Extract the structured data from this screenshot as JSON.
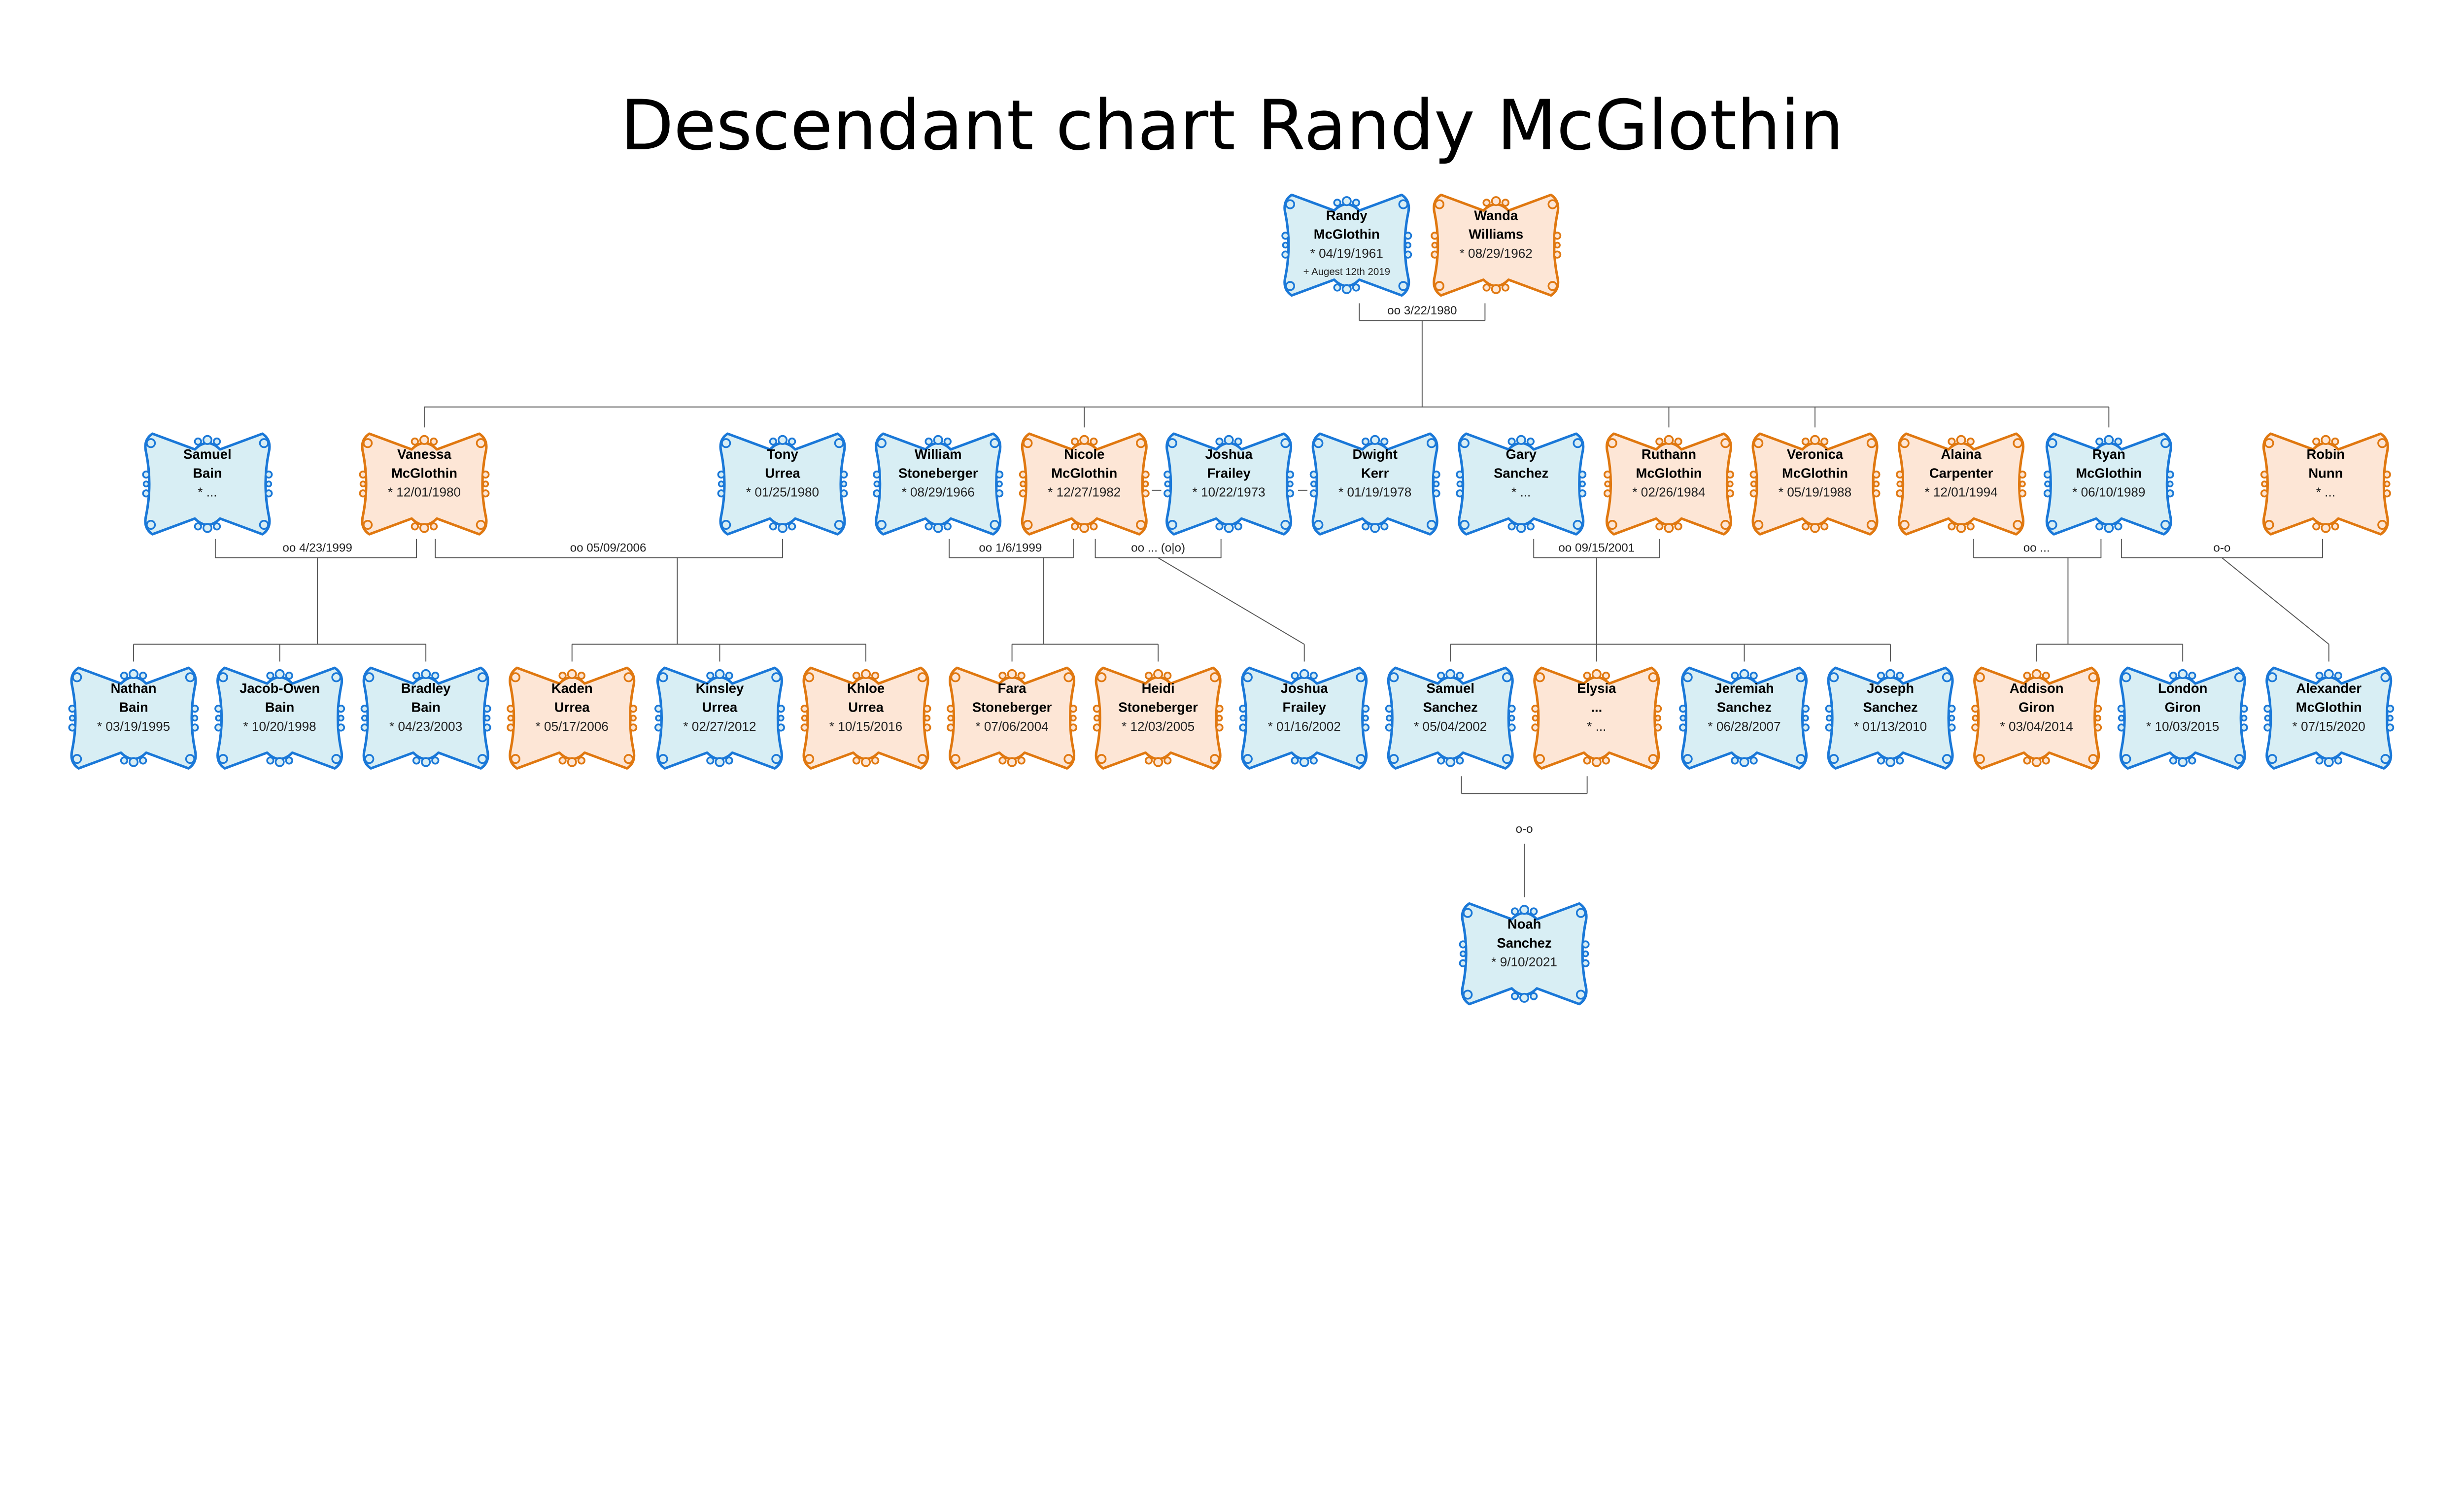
{
  "title": "Descendant chart Randy McGlothin",
  "colors": {
    "male_stroke": "#1a78d8",
    "male_fill": "#d8eef4",
    "female_stroke": "#e07810",
    "female_fill": "#fde6d6",
    "line": "#555555"
  },
  "persons": [
    {
      "id": "randy",
      "first": "Randy",
      "last": "McGlothin",
      "birth": "* 04/19/1961",
      "death": "+ Augest 12th 2019",
      "sex": "m"
    },
    {
      "id": "wanda",
      "first": "Wanda",
      "last": "Williams",
      "birth": "* 08/29/1962",
      "sex": "f"
    },
    {
      "id": "samuel_bain",
      "first": "Samuel",
      "last": "Bain",
      "birth": "* ...",
      "sex": "m"
    },
    {
      "id": "vanessa",
      "first": "Vanessa",
      "last": "McGlothin",
      "birth": "* 12/01/1980",
      "sex": "f"
    },
    {
      "id": "tony",
      "first": "Tony",
      "last": "Urrea",
      "birth": "* 01/25/1980",
      "sex": "m"
    },
    {
      "id": "william",
      "first": "William",
      "last": "Stoneberger",
      "birth": "* 08/29/1966",
      "sex": "m"
    },
    {
      "id": "nicole",
      "first": "Nicole",
      "last": "McGlothin",
      "birth": "* 12/27/1982",
      "sex": "f"
    },
    {
      "id": "joshua_sr",
      "first": "Joshua",
      "last": "Frailey",
      "birth": "* 10/22/1973",
      "sex": "m"
    },
    {
      "id": "dwight",
      "first": "Dwight",
      "last": "Kerr",
      "birth": "* 01/19/1978",
      "sex": "m"
    },
    {
      "id": "gary",
      "first": "Gary",
      "last": "Sanchez",
      "birth": "* ...",
      "sex": "m"
    },
    {
      "id": "ruthann",
      "first": "Ruthann",
      "last": "McGlothin",
      "birth": "* 02/26/1984",
      "sex": "f"
    },
    {
      "id": "veronica",
      "first": "Veronica",
      "last": "McGlothin",
      "birth": "* 05/19/1988",
      "sex": "f"
    },
    {
      "id": "alaina",
      "first": "Alaina",
      "last": "Carpenter",
      "birth": "* 12/01/1994",
      "sex": "f"
    },
    {
      "id": "ryan",
      "first": "Ryan",
      "last": "McGlothin",
      "birth": "* 06/10/1989",
      "sex": "m"
    },
    {
      "id": "robin",
      "first": "Robin",
      "last": "Nunn",
      "birth": "* ...",
      "sex": "f"
    },
    {
      "id": "nathan",
      "first": "Nathan",
      "last": "Bain",
      "birth": "* 03/19/1995",
      "sex": "m"
    },
    {
      "id": "jacob",
      "first": "Jacob-Owen",
      "last": "Bain",
      "birth": "* 10/20/1998",
      "sex": "m"
    },
    {
      "id": "bradley",
      "first": "Bradley",
      "last": "Bain",
      "birth": "* 04/23/2003",
      "sex": "m"
    },
    {
      "id": "kaden",
      "first": "Kaden",
      "last": "Urrea",
      "birth": "* 05/17/2006",
      "sex": "f"
    },
    {
      "id": "kinsley",
      "first": "Kinsley",
      "last": "Urrea",
      "birth": "* 02/27/2012",
      "sex": "m"
    },
    {
      "id": "khloe",
      "first": "Khloe",
      "last": "Urrea",
      "birth": "* 10/15/2016",
      "sex": "f"
    },
    {
      "id": "fara",
      "first": "Fara",
      "last": "Stoneberger",
      "birth": "* 07/06/2004",
      "sex": "f"
    },
    {
      "id": "heidi",
      "first": "Heidi",
      "last": "Stoneberger",
      "birth": "* 12/03/2005",
      "sex": "f"
    },
    {
      "id": "joshua_jr",
      "first": "Joshua",
      "last": "Frailey",
      "birth": "* 01/16/2002",
      "sex": "m"
    },
    {
      "id": "samuel_sanchez",
      "first": "Samuel",
      "last": "Sanchez",
      "birth": "* 05/04/2002",
      "sex": "m"
    },
    {
      "id": "elysia",
      "first": "Elysia",
      "last": "...",
      "birth": "* ...",
      "sex": "f"
    },
    {
      "id": "jeremiah",
      "first": "Jeremiah",
      "last": "Sanchez",
      "birth": "* 06/28/2007",
      "sex": "m"
    },
    {
      "id": "joseph",
      "first": "Joseph",
      "last": "Sanchez",
      "birth": "* 01/13/2010",
      "sex": "m"
    },
    {
      "id": "addison",
      "first": "Addison",
      "last": "Giron",
      "birth": "* 03/04/2014",
      "sex": "f"
    },
    {
      "id": "london",
      "first": "London",
      "last": "Giron",
      "birth": "* 10/03/2015",
      "sex": "m"
    },
    {
      "id": "alexander",
      "first": "Alexander",
      "last": "McGlothin",
      "birth": "* 07/15/2020",
      "sex": "m"
    },
    {
      "id": "noah",
      "first": "Noah",
      "last": "Sanchez",
      "birth": "* 9/10/2021",
      "sex": "m"
    }
  ],
  "couples": [
    {
      "id": "randy_wanda",
      "label": "oo 3/22/1980"
    },
    {
      "id": "samuel_vanessa",
      "label": "oo 4/23/1999"
    },
    {
      "id": "vanessa_tony",
      "label": "oo 05/09/2006"
    },
    {
      "id": "william_nicole",
      "label": "oo 1/6/1999"
    },
    {
      "id": "nicole_joshua",
      "label": "oo ... (o|o)"
    },
    {
      "id": "gary_ruthann",
      "label": "oo 09/15/2001"
    },
    {
      "id": "alaina_ryan",
      "label": "oo ..."
    },
    {
      "id": "ryan_robin",
      "label": "o-o"
    },
    {
      "id": "samuel_elysia",
      "label": "o-o"
    }
  ]
}
